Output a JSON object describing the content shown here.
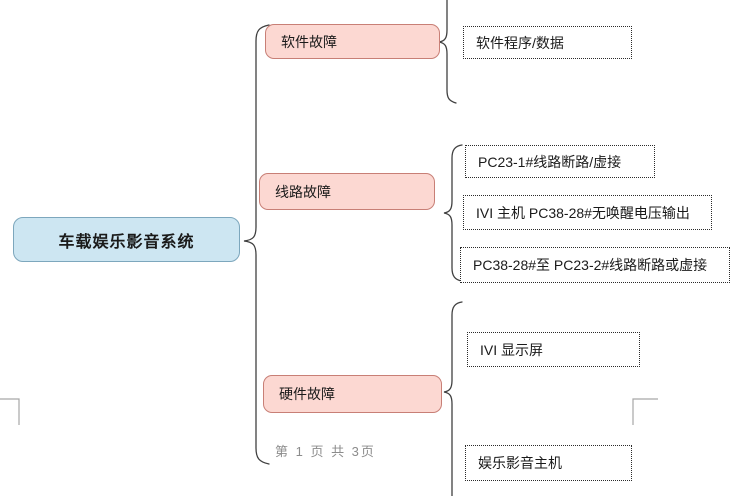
{
  "diagram": {
    "root": {
      "label": "车载娱乐影音系统"
    },
    "branches": [
      {
        "label": "软件故障",
        "children": [
          "软件程序/数据"
        ]
      },
      {
        "label": "线路故障",
        "children": [
          "PC23-1#线路断路/虚接",
          "IVI 主机 PC38-28#无唤醒电压输出",
          "PC38-28#至 PC23-2#线路断路或虚接"
        ]
      },
      {
        "label": "硬件故障",
        "children": [
          "IVI 显示屏",
          "娱乐影音主机"
        ]
      }
    ]
  },
  "footer": {
    "page_indicator": "第 1 页 共 3页"
  },
  "colors": {
    "page_bg": "#ffffff",
    "root_fill": "#cde6f2",
    "root_border": "#7da7bd",
    "branch_fill": "#fcd8d2",
    "branch_border": "#c87f76",
    "leaf_border": "#2b2b2b",
    "brace_stroke": "#404040",
    "crop_mark": "#a6a6a6",
    "footer_color": "#8c8c8c"
  }
}
